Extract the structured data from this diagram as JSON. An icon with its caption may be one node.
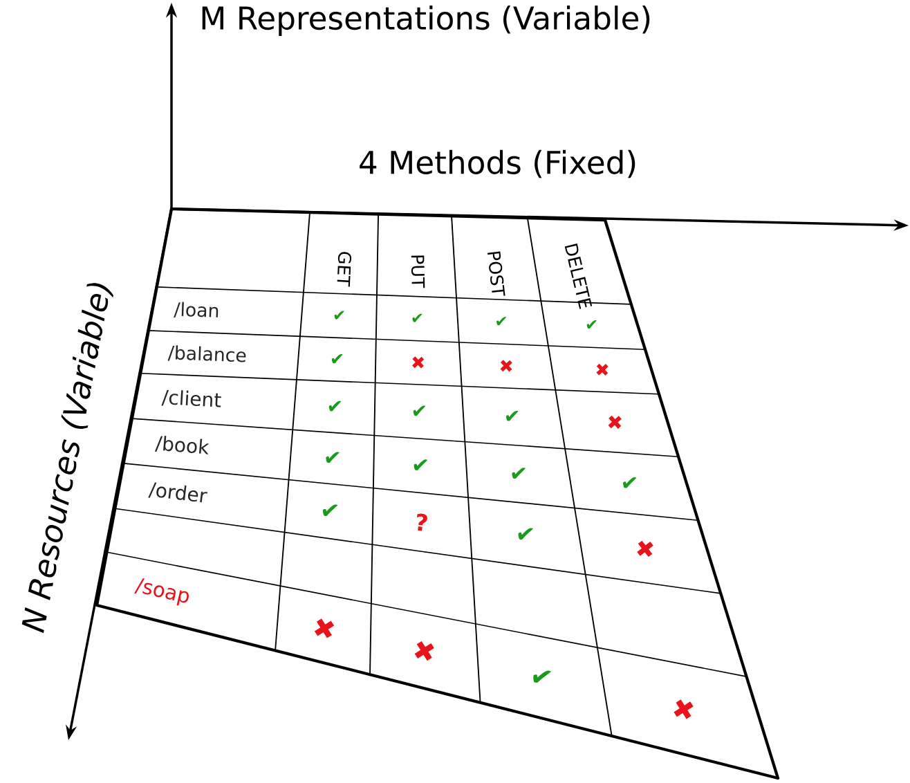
{
  "diagram": {
    "labels": [
      "M Representations (Variable)",
      "4 Methods (Fixed)",
      "N Resources (Variable)",
      "GET",
      "PUT",
      "POST",
      "DELETE",
      "/loan",
      "✔",
      "✔",
      "✔",
      "✔",
      "/balance",
      "✔",
      "✖",
      "✖",
      "✖",
      "/client",
      "✔",
      "✔",
      "✔",
      "✖",
      "/book",
      "✔",
      "✔",
      "✔",
      "✔",
      "/order",
      "✔",
      "?",
      "✔",
      "✖",
      "/soap",
      "✖",
      "✖",
      "✔",
      "✖"
    ]
  }
}
